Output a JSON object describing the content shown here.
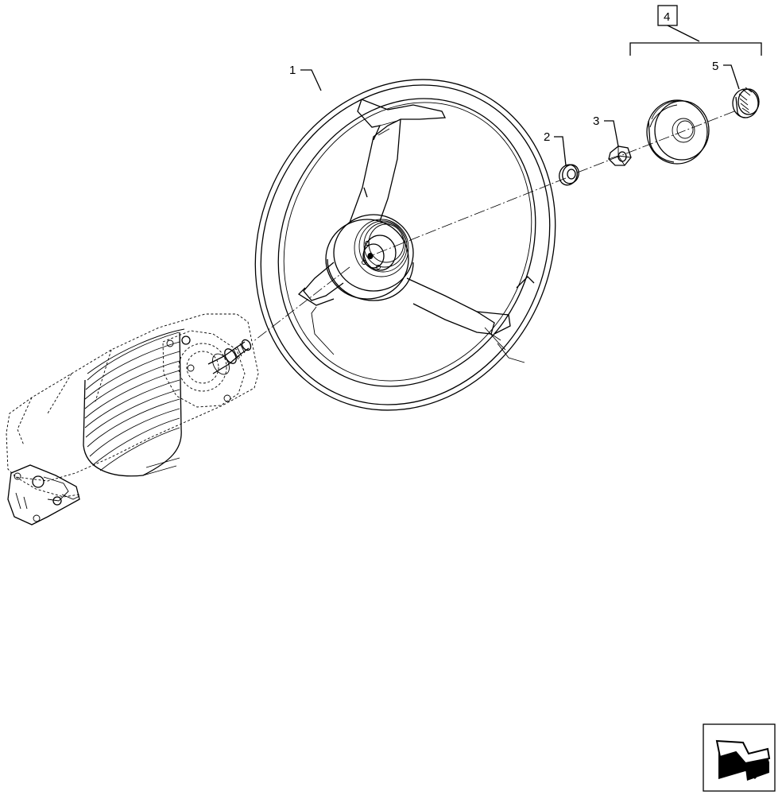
{
  "diagram": {
    "type": "exploded-parts-view",
    "callouts": [
      {
        "id": "1",
        "label": "1"
      },
      {
        "id": "2",
        "label": "2"
      },
      {
        "id": "3",
        "label": "3"
      },
      {
        "id": "4",
        "label": "4"
      },
      {
        "id": "5",
        "label": "5"
      }
    ],
    "icons": [
      "steering-wheel-icon",
      "washer-icon",
      "nut-icon",
      "cover-cap-icon",
      "emblem-icon",
      "steering-column-icon",
      "navigation-arrow-icon"
    ]
  }
}
